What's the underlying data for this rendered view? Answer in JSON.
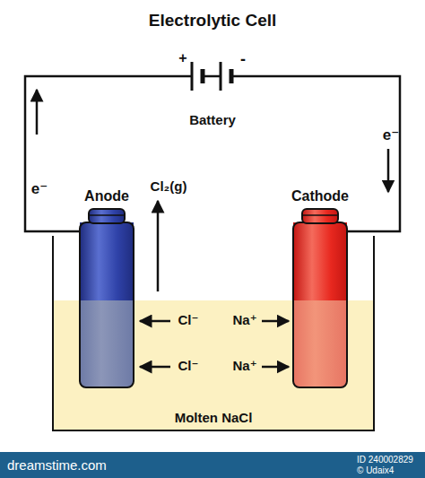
{
  "diagram": {
    "title": "Electrolytic Cell",
    "nodes": [
      {
        "text": [
          "Battery"
        ]
      },
      {
        "text": [
          "Anode"
        ]
      },
      {
        "text": [
          "Cathode"
        ]
      },
      {
        "text": [
          "Molten NaCl"
        ]
      }
    ],
    "edges": [
      {
        "from": 0,
        "to": 1,
        "arrow": "none"
      },
      {
        "from": 0,
        "to": 2,
        "arrow": "none"
      }
    ],
    "labels": [
      "+",
      "-",
      "e⁻",
      "e⁻",
      "Cl₂(g)",
      "Cl⁻",
      "Cl⁻",
      "Na⁺",
      "Na⁺",
      "dreamstime.com",
      "ID 240002829",
      "© Udaix4"
    ]
  }
}
